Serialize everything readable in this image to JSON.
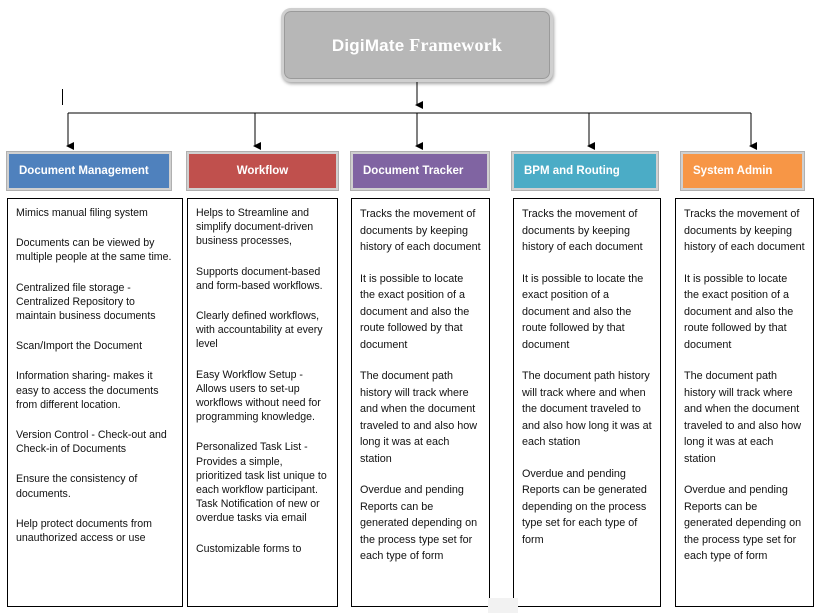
{
  "root": {
    "title_part1": "DigiMate",
    "title_part2": "Framework"
  },
  "columns": [
    {
      "header": "Document Management",
      "color": "#4f81bd",
      "items": [
        "Mimics manual filing system",
        "Documents can be viewed by multiple people at the same time.",
        "Centralized file storage - Centralized Repository to maintain business documents",
        "Scan/Import the Document",
        "Information sharing- makes it easy to access the documents from different location.",
        "Version Control - Check-out and Check-in of Documents",
        "Ensure the consistency of documents.",
        "Help protect documents from unauthorized access or use"
      ]
    },
    {
      "header": "Workflow",
      "color": "#c0504d",
      "items": [
        "Helps to Streamline and simplify document-driven business processes,",
        "Supports document-based and form-based workflows.",
        "Clearly defined workflows, with accountability at every level",
        "Easy Workflow Setup - Allows users to set-up workflows without need for programming knowledge.",
        "Personalized Task List - Provides a simple, prioritized task list unique to each workflow participant. Task Notification of new or overdue tasks via email",
        "Customizable forms to"
      ]
    },
    {
      "header": "Document Tracker",
      "color": "#8064a2",
      "items": [
        "Tracks the movement of documents by keeping history of each document",
        "It is possible to locate the exact position of a document and also the route followed by that document",
        "The document path history will track where and when the document traveled to and also how long it was at each station",
        "Overdue and pending Reports can be generated depending on the process type set for each type of form"
      ]
    },
    {
      "header": "BPM and Routing",
      "color": "#4bacc6",
      "items": [
        "Tracks the movement of documents by keeping history of each document",
        "It is possible to locate the exact position of a document and also the route followed by that document",
        "The document path history will track where and when the document traveled to and also how long it was at each station",
        "Overdue and pending Reports can be generated depending on the process type set for each type of form"
      ]
    },
    {
      "header": "System Admin",
      "color": "#f79646",
      "items": [
        "Tracks the movement of documents by keeping history of each document",
        "It is possible to locate the exact position of a document and also the route followed by that document",
        "The document path history will track where and when the document traveled to and also how long it was at each station",
        "Overdue and pending Reports can be generated depending on the process type set for each type of form"
      ]
    }
  ]
}
